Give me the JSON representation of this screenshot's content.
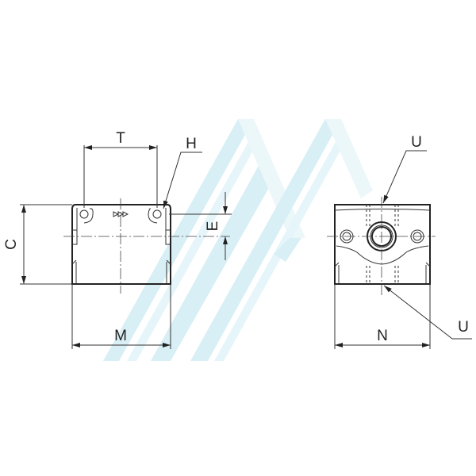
{
  "labels": {
    "T": "T",
    "H": "H",
    "E": "E",
    "C": "C",
    "M": "M",
    "U_top": "U",
    "U_bottom": "U",
    "N": "N"
  },
  "watermark": {
    "color": "#8fd3e6"
  },
  "colors": {
    "line": "#222222",
    "background": "#ffffff"
  }
}
